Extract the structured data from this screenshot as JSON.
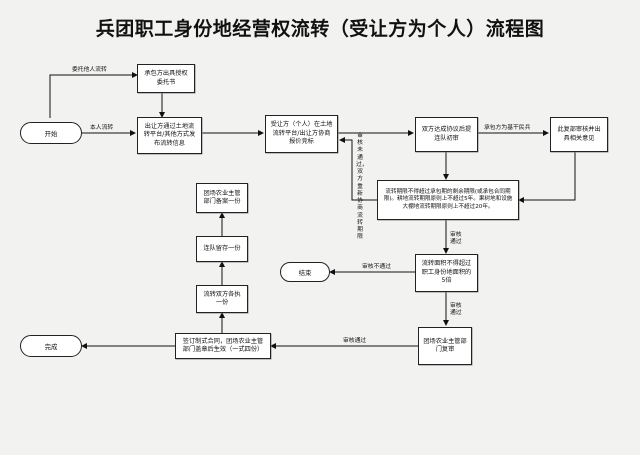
{
  "title": "兵团职工身份地经营权流转（受让方为个人）流程图",
  "nodes": {
    "start": "开始",
    "entrust": "承包方出具授权委托书",
    "publish": "出让方通过土地流转平台/其他方式发布流转信息",
    "transferee": "受让方（个人）在土地流转平台/出让方协商报价竞标",
    "agree": "双方达成协议后提连队初审",
    "farmer_check": "此复部审核并出具相关意见",
    "term": "流转期限不得超过承包期的剩余期限(或承包合同期限)。耕地流转期限原则上不超过5年。果树地和设施大棚地流转期限原则上不超过20年。",
    "area": "流转面积不得超过职工身份地面积的5倍",
    "end": "结束",
    "review": "团场农业主管部门复审",
    "sign": "签订制式合同，团场农业主管部门盖章后生效（一式四份）",
    "complete": "完成",
    "contract_copy": "流转双方各执一份",
    "company_copy": "连队留存一份",
    "dept_copy": "团场农业主管部门备案一份"
  },
  "labels": {
    "entrusted_transfer": "委托他人流转",
    "self_transfer": "本人流转",
    "contractor_farmer": "承包方为基干民兵",
    "review_fail_restart": "审核未通过，双方重新协商流转期限",
    "review_pass": "审核通过",
    "review_fail": "审核不通过",
    "review_pass_2": "审核通过",
    "review_pass_3": "审核通过"
  }
}
